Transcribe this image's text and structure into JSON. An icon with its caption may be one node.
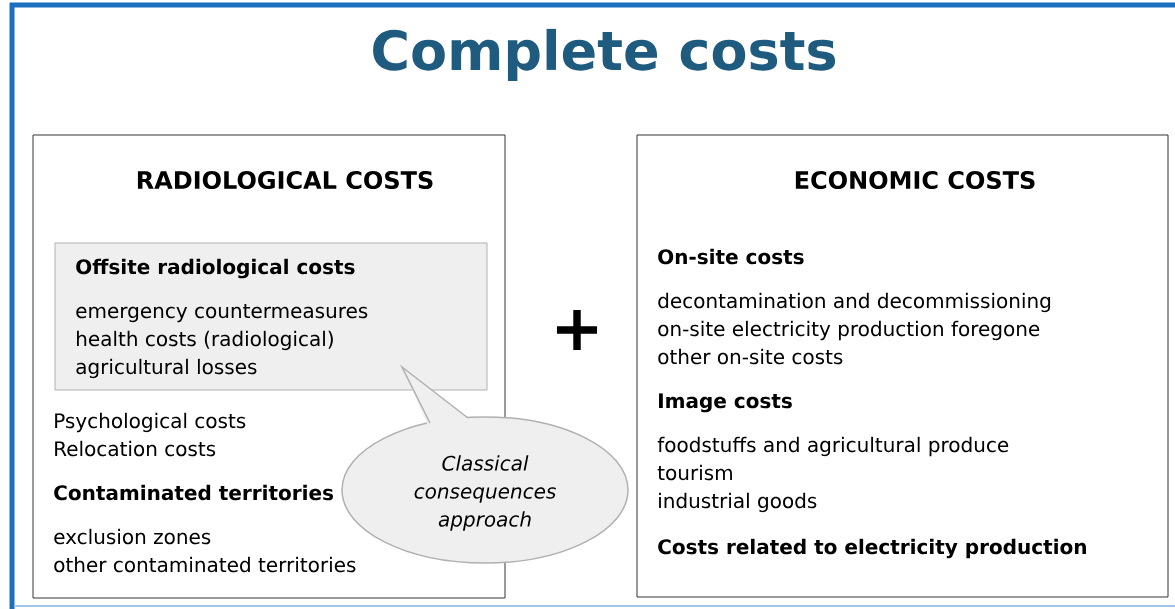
{
  "diagram": {
    "title": "Complete costs",
    "nodes": [
      {
        "text": [
          "RADIOLOGICAL COSTS",
          "Psychological costs",
          "Relocation costs",
          "Contaminated territories",
          "exclusion zones",
          "other contaminated territories"
        ]
      },
      {
        "text": [
          "Offsite radiological costs",
          "emergency countermeasures",
          "health costs (radiological)",
          "agricultural losses"
        ],
        "in": 0
      },
      {
        "text": [
          "Classical consequences approach"
        ]
      },
      {
        "text": [
          "ECONOMIC COSTS",
          "On-site costs",
          "decontamination and decommissioning",
          "on-site electricity production foregone",
          "other on-site costs",
          "Image costs",
          "foodstuffs and agricultural produce",
          "tourism",
          "industrial goods",
          "Costs related to electricity production"
        ]
      }
    ],
    "labels": [
      "+"
    ]
  }
}
